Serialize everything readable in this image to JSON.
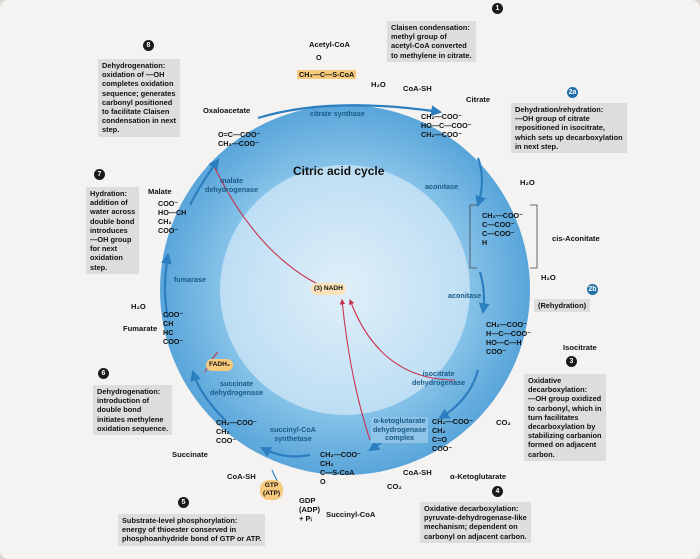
{
  "title": "Citric acid cycle",
  "step_numbers": {
    "s1": "1",
    "s2a": "2a",
    "s2b": "2b",
    "s3": "3",
    "s4": "4",
    "s5": "5",
    "s6": "6",
    "s7": "7",
    "s8": "8"
  },
  "boxes": {
    "claisen": "Claisen condensation:\nmethyl group of\nacetyl-CoA converted\nto methylene in citrate.",
    "dehydration": "Dehydration/rehydration:\n—OH group of citrate\nrepositioned in isocitrate,\nwhich sets up decarboxylation\nin next step.",
    "rehydration": "(Rehydration)",
    "oxidative_decarb_1": "Oxidative\ndecarboxylation:\n—OH group oxidized\nto carbonyl, which in\nturn facilitates\ndecarboxylation by\nstabilizing carbanion\nformed on adjacent\ncarbon.",
    "oxidative_decarb_2": "Oxidative decarboxylation:\npyruvate-dehydrogenase-like\nmechanism; dependent on\ncarbonyl on adjacent carbon.",
    "substrate_level": "Substrate-level phosphorylation:\nenergy of thioester conserved in\nphosphoanhydride bond of GTP or ATP.",
    "dehydrogenation_bottom": "Dehydrogenation:\nintroduction of\ndouble bond\ninitiates methylene\noxidation sequence.",
    "hydration": "Hydration:\naddition of\nwater across\ndouble bond\nintroduces\n—OH group\nfor next\noxidation\nstep.",
    "dehydrogenation_top": "Dehydrogenation:\noxidation of —OH\ncompletes oxidation\nsequence; generates\ncarbonyl positioned\nto facilitate Claisen\ncondensation in next\nstep."
  },
  "metabolites": {
    "acetyl_coa": "Acetyl-CoA",
    "citrate": "Citrate",
    "cis_aconitate": "cis-Aconitate",
    "isocitrate": "Isocitrate",
    "alpha_ketoglutarate": "α-Ketoglutarate",
    "succinyl_coa": "Succinyl-CoA",
    "succinate": "Succinate",
    "fumarate": "Fumarate",
    "malate": "Malate",
    "oxaloacetate": "Oxaloacetate"
  },
  "enzymes": {
    "citrate_synthase": "citrate synthase",
    "aconitase_1": "aconitase",
    "aconitase_2": "aconitase",
    "isocitrate_dh": "isocitrate\ndehydrogenase",
    "akg_dh": "α-ketoglutarate\ndehydrogenase\ncomplex",
    "succinyl_coa_synthetase": "succinyl-CoA\nsynthetase",
    "succinate_dh": "succinate\ndehydrogenase",
    "fumarase": "fumarase",
    "malate_dh": "malate\ndehydrogenase"
  },
  "cofactors": {
    "h2o_1": "H₂O",
    "coash_1": "CoA-SH",
    "h2o_2": "H₂O",
    "h2o_3": "H₂O",
    "co2_1": "CO₂",
    "coash_2": "CoA-SH",
    "co2_2": "CO₂",
    "gdp": "GDP\n(ADP)\n+ Pᵢ",
    "gtp": "GTP\n(ATP)",
    "coash_3": "CoA-SH",
    "fadh2": "FADH₂",
    "h2o_4": "H₂O",
    "nadh": "(3) NADH"
  },
  "structures": {
    "acetyl": "CH₃—C—S-CoA",
    "acetyl_o": "O",
    "citrate": "CH₂—COO⁻\nHO—C—COO⁻\nCH₂—COO⁻",
    "cis_aconitate": "CH₂—COO⁻\nC—COO⁻\nC—COO⁻\nH",
    "isocitrate": "CH₂—COO⁻\nH—C—COO⁻\nHO—C—H\nCOO⁻",
    "akg": "CH₂—COO⁻\nCH₂\nC=O\nCOO⁻",
    "succinyl": "CH₂—COO⁻\nCH₂\nC—S-CoA\nO",
    "succinate": "CH₂—COO⁻\nCH₂\nCOO⁻",
    "fumarate": "COO⁻\nCH\nHC\nCOO⁻",
    "malate": "COO⁻\nHO—CH\nCH₂\nCOO⁻",
    "oxaloacetate": "O=C—COO⁻\nCH₂—COO⁻"
  }
}
